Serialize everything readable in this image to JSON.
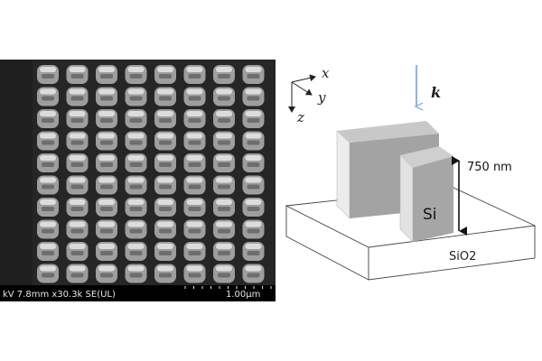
{
  "sem": {
    "info_bar_text": "kV 7.8mm x30.3k SE(UL)",
    "scale_label": "1.00µm",
    "pillar_columns": 8,
    "pillar_rows": 10,
    "colors": {
      "background": "#262626",
      "pillar": "#b8b8b8",
      "info_bar": "#000000"
    }
  },
  "diagram": {
    "axes": {
      "x": "x",
      "y": "y",
      "z": "z"
    },
    "wave_vector": "k",
    "height_label": "750 nm",
    "pillar_material": "Si",
    "substrate_material": "SiO2",
    "colors": {
      "arrow": "#8fb4e3",
      "pillar_front": "#a3a3a3",
      "pillar_side": "#cfcfcf",
      "pillar_top": "#d9d9d9"
    }
  }
}
